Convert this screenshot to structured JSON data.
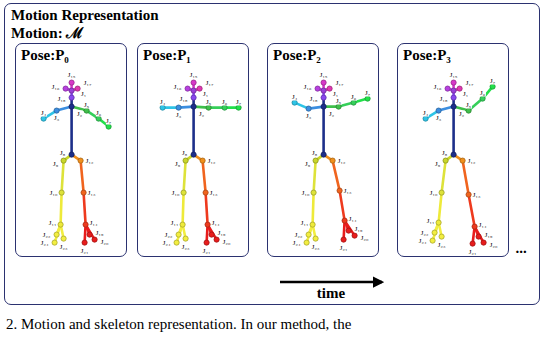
{
  "diagram": {
    "caption": "2. Motion and skeleton representation. In our method, the",
    "nodes": [
      {
        "text": [
          "Motion Representation",
          "Motion: ℳ"
        ]
      },
      {
        "text": [
          "Pose:P₀"
        ],
        "in": 0
      },
      {
        "text": [
          "Pose:P₁"
        ],
        "in": 0
      },
      {
        "text": [
          "Pose:P₂"
        ],
        "in": 0
      },
      {
        "text": [
          "Pose:P₃"
        ],
        "in": 0
      }
    ],
    "labels": [
      "J₁",
      "J₂",
      "J₃",
      "J₄",
      "J₅",
      "J₆",
      "J₇",
      "J₈",
      "J₉",
      "J₁₀",
      "J₁₁",
      "J₁₂",
      "J₁₃",
      "J₁₄",
      "J₁₅",
      "J₁₆",
      "J₁₇",
      "J₁₈",
      "J₁₉",
      "J₂₀",
      "J₂₁",
      "J₂₂",
      "J₂₃",
      "J₂₄",
      "J₁",
      "J₂",
      "J₃",
      "J₄",
      "J₅",
      "J₆",
      "J₇",
      "J₈",
      "J₉",
      "J₁₀",
      "J₁₁",
      "J₁₂",
      "J₁₃",
      "J₁₄",
      "J₁₅",
      "J₁₆",
      "J₁₇",
      "J₁₈",
      "J₁₉",
      "J₂₀",
      "J₂₁",
      "J₂₂",
      "J₂₃",
      "J₂₄",
      "J₁",
      "J₂",
      "J₃",
      "J₄",
      "J₅",
      "J₆",
      "J₇",
      "J₈",
      "J₉",
      "J₁₀",
      "J₁₁",
      "J₁₂",
      "J₁₃",
      "J₁₄",
      "J₁₅",
      "J₁₆",
      "J₁₇",
      "J₁₈",
      "J₁₉",
      "J₂₀",
      "J₂₁",
      "J₂₂",
      "J₂₃",
      "J₂₄",
      "J₁",
      "J₂",
      "J₃",
      "J₄",
      "J₅",
      "J₆",
      "J₇",
      "J₈",
      "J₉",
      "J₁₀",
      "J₁₁",
      "J₁₂",
      "J₁₃",
      "J₁₄",
      "J₁₅",
      "J₁₆",
      "J₁₇",
      "J₁₈",
      "J₁₉",
      "J₂₀",
      "J₂₁",
      "J₂₂",
      "J₂₃",
      "J₂₄",
      "...",
      "time"
    ]
  }
}
